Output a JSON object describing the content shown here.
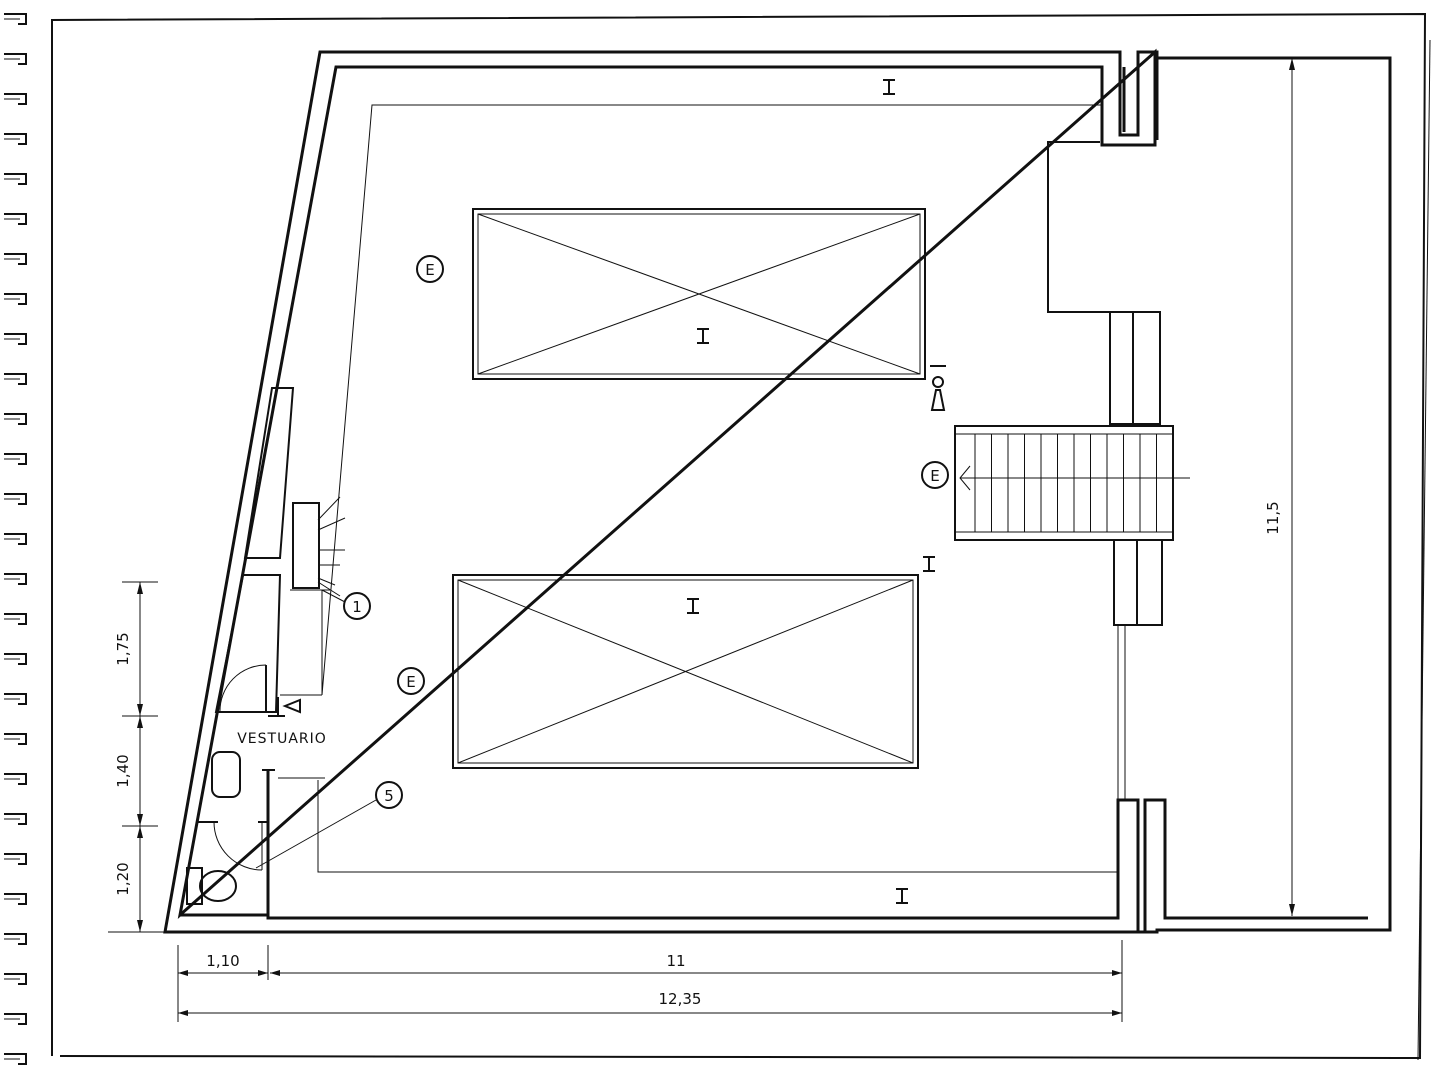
{
  "room_label": "VESTUARIO",
  "dimensions": {
    "width_small": "1,10",
    "width_main": "11",
    "width_total": "12,35",
    "height_total": "11,5",
    "seg_top": "1,75",
    "seg_middle": "1,40",
    "seg_bottom": "1,20"
  },
  "markers": {
    "extinguisher": "E",
    "callout_1": "1",
    "callout_5": "5"
  }
}
